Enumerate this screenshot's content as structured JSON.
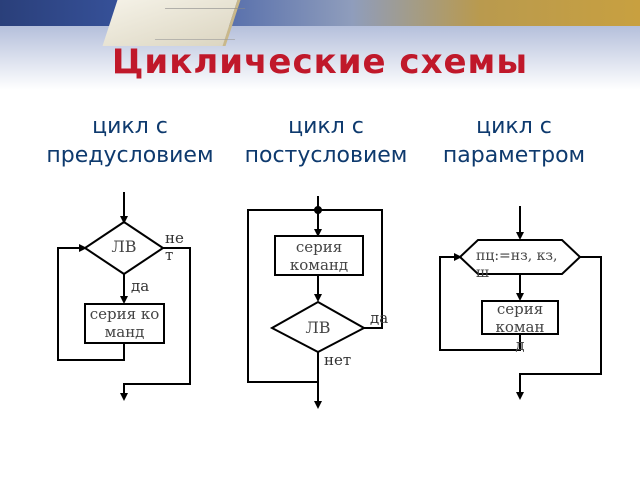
{
  "title": "Циклические схемы",
  "columns": [
    {
      "heading": "цикл с предусловием",
      "condition": "ЛВ",
      "no_label": "нет",
      "yes_label": "да",
      "body": "серия команд"
    },
    {
      "heading": "цикл с постусловием",
      "condition": "ЛВ",
      "no_label": "нет",
      "yes_label": "да",
      "body": "серия команд"
    },
    {
      "heading": "цикл с параметром",
      "header": "пц:=нз, кз, ш",
      "body": "серия команд"
    }
  ],
  "colors": {
    "title": "#c0182a",
    "heading": "#0e3a6e",
    "stroke": "#000000",
    "label": "#333333"
  }
}
